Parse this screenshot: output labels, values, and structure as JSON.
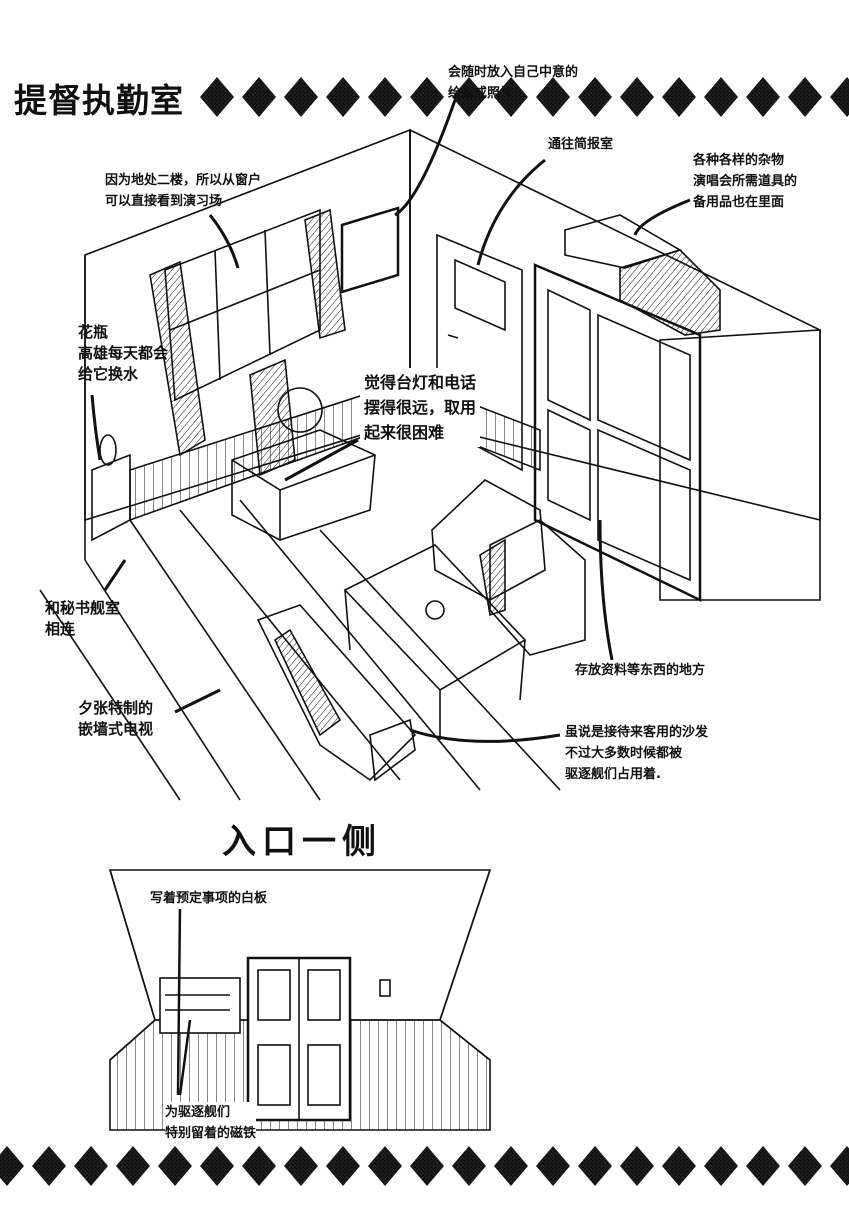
{
  "title": "提督执勤室",
  "notes": {
    "painting": [
      "会随时放入自己中意的",
      "绘画或照片"
    ],
    "door": [
      "通往简报室"
    ],
    "storage_top": [
      "各种各样的杂物",
      "演唱会所需道具的",
      "备用品也在里面"
    ],
    "window": [
      "因为地处二楼，所以从窗户",
      "可以直接看到演习场"
    ],
    "vase": [
      "花瓶",
      "高雄每天都会",
      "给它换水"
    ],
    "speech": [
      "觉得台灯和电话",
      "摆得很远，取用",
      "起来很困难"
    ],
    "secretary": [
      "和秘书舰室",
      "相连"
    ],
    "tv": [
      "夕张特制的",
      "嵌墙式电视"
    ],
    "cabinet": [
      "存放资料等东西的地方"
    ],
    "sofa": [
      "虽说是接待来客用的沙发",
      "不过大多数时候都被",
      "驱逐舰们占用着."
    ]
  },
  "entrance": {
    "title": "入口一侧",
    "whiteboard": [
      "写着预定事项的白板"
    ],
    "magnets": [
      "为驱逐舰们",
      "特别留着的磁铁"
    ]
  },
  "colors": {
    "ink": "#111111",
    "diamond": "#9a9a9a"
  }
}
